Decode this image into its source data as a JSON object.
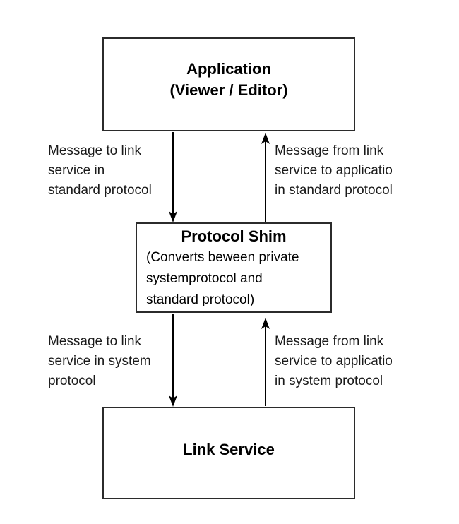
{
  "diagram": {
    "title_hint": "Protocol shim architecture",
    "colors": {
      "border": "#2b2b2b",
      "background": "#ffffff",
      "text": "#000000",
      "arrow": "#000000"
    },
    "nodes": {
      "application": {
        "title": "Application",
        "subtitle": "(Viewer / Editor)"
      },
      "protocol_shim": {
        "title": "Protocol Shim",
        "line1": "(Converts  beween private",
        "line2": "systemprotocol and",
        "line3": "standard protocol)"
      },
      "link_service": {
        "title": "Link Service"
      }
    },
    "edges": {
      "app_to_shim": {
        "direction": "down",
        "line1": "Message to link",
        "line2": "service in",
        "line3": "standard protocol"
      },
      "shim_to_app": {
        "direction": "up",
        "line1": "Message from link",
        "line2": "service to applicatio",
        "line3": "in standard protocol"
      },
      "shim_to_link": {
        "direction": "down",
        "line1": "Message to link",
        "line2": "service in system",
        "line3": "protocol"
      },
      "link_to_shim": {
        "direction": "up",
        "line1": "Message from link",
        "line2": "service to applicatio",
        "line3": "in system protocol"
      }
    }
  }
}
